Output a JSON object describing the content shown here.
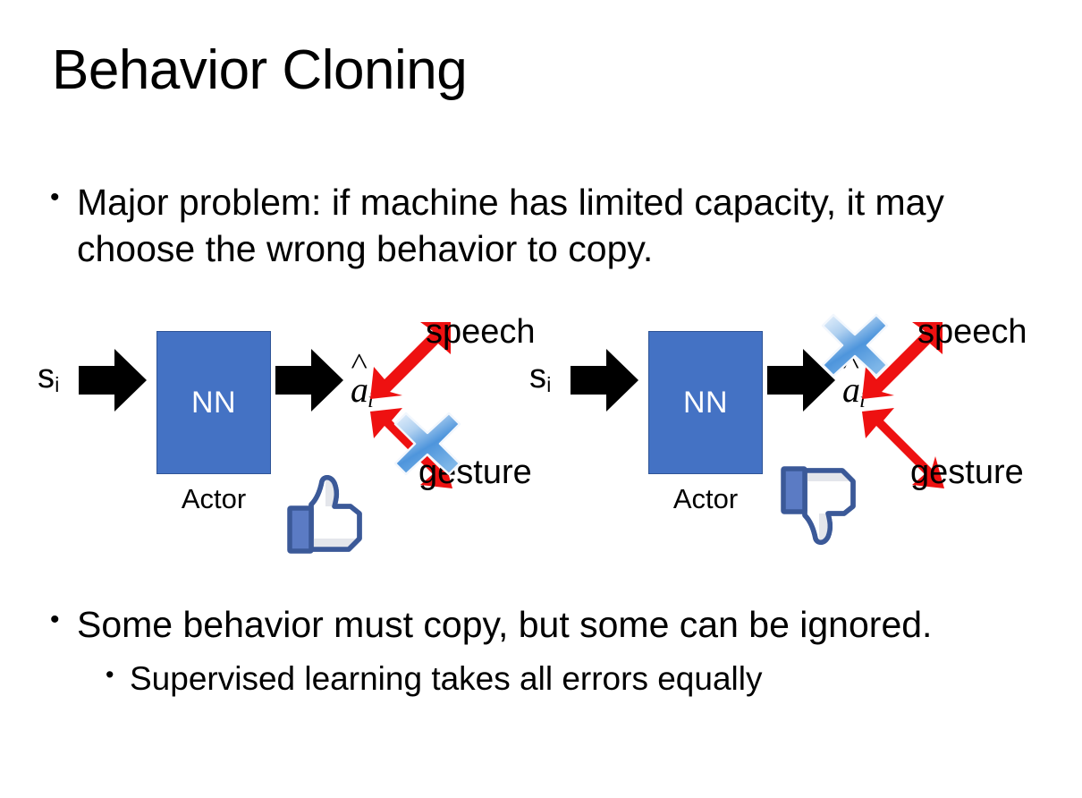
{
  "slide": {
    "title": "Behavior Cloning",
    "background_color": "#ffffff"
  },
  "bullets": [
    {
      "marker": "•",
      "text": "Major problem: if machine has limited capacity, it may choose the wrong behavior to copy.",
      "level": 1
    },
    {
      "marker": "•",
      "text": "Some behavior must copy, but some can be ignored.",
      "level": 1
    },
    {
      "marker": "•",
      "text": "Supervised learning takes all errors equally",
      "level": 2
    }
  ],
  "colors": {
    "nn_box_fill": "#4472C4",
    "nn_box_border": "#2E5496",
    "red_arrow": "#EE1111",
    "cross_blue_light": "#CFE2F7",
    "cross_blue_mid": "#7FB2E5",
    "cross_blue_dark": "#2F7FD0",
    "thumb_outline": "#3B5998",
    "thumb_fill": "#FFFFFF",
    "thumb_shade": "#E4E6EB",
    "black_arrow": "#000000",
    "text": "#000000"
  },
  "diagrams": [
    {
      "id": "left",
      "state_symbol": "s",
      "state_subscript": "i",
      "network_label": "NN",
      "network_caption": "Actor",
      "action_symbol": "a",
      "action_subscript": "i",
      "branches": [
        {
          "name": "speech",
          "label": "speech",
          "direction": "up",
          "crossed": false
        },
        {
          "name": "gesture",
          "label": "gesture",
          "direction": "down",
          "crossed": true
        }
      ],
      "feedback_icon": "thumbs-up-icon",
      "feedback_sentiment": "positive"
    },
    {
      "id": "right",
      "state_symbol": "s",
      "state_subscript": "i",
      "network_label": "NN",
      "network_caption": "Actor",
      "action_symbol": "a",
      "action_subscript": "i",
      "branches": [
        {
          "name": "speech",
          "label": "speech",
          "direction": "up",
          "crossed": true
        },
        {
          "name": "gesture",
          "label": "gesture",
          "direction": "down",
          "crossed": false
        }
      ],
      "feedback_icon": "thumbs-down-icon",
      "feedback_sentiment": "negative"
    }
  ]
}
